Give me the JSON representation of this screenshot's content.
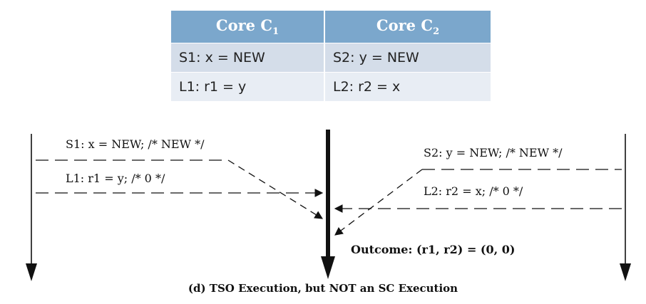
{
  "table": {
    "headers": [
      {
        "text": "Core C",
        "sub": "1"
      },
      {
        "text": "Core C",
        "sub": "2"
      }
    ],
    "rows": [
      [
        "S1: x = NEW",
        "S2: y = NEW"
      ],
      [
        "L1: r1 = y",
        "L2: r2 = x"
      ]
    ]
  },
  "core1_statements": {
    "s1": "S1: x = NEW; /* NEW */",
    "l1": "L1: r1 = y; /* 0 */"
  },
  "core2_statements": {
    "s2": "S2: y = NEW; /* NEW */",
    "l2": "L2: r2 = x; /* 0 */"
  },
  "outcome": "Outcome: (r1, r2) = (0, 0)",
  "caption": "(d) TSO Execution, but NOT an SC Execution"
}
